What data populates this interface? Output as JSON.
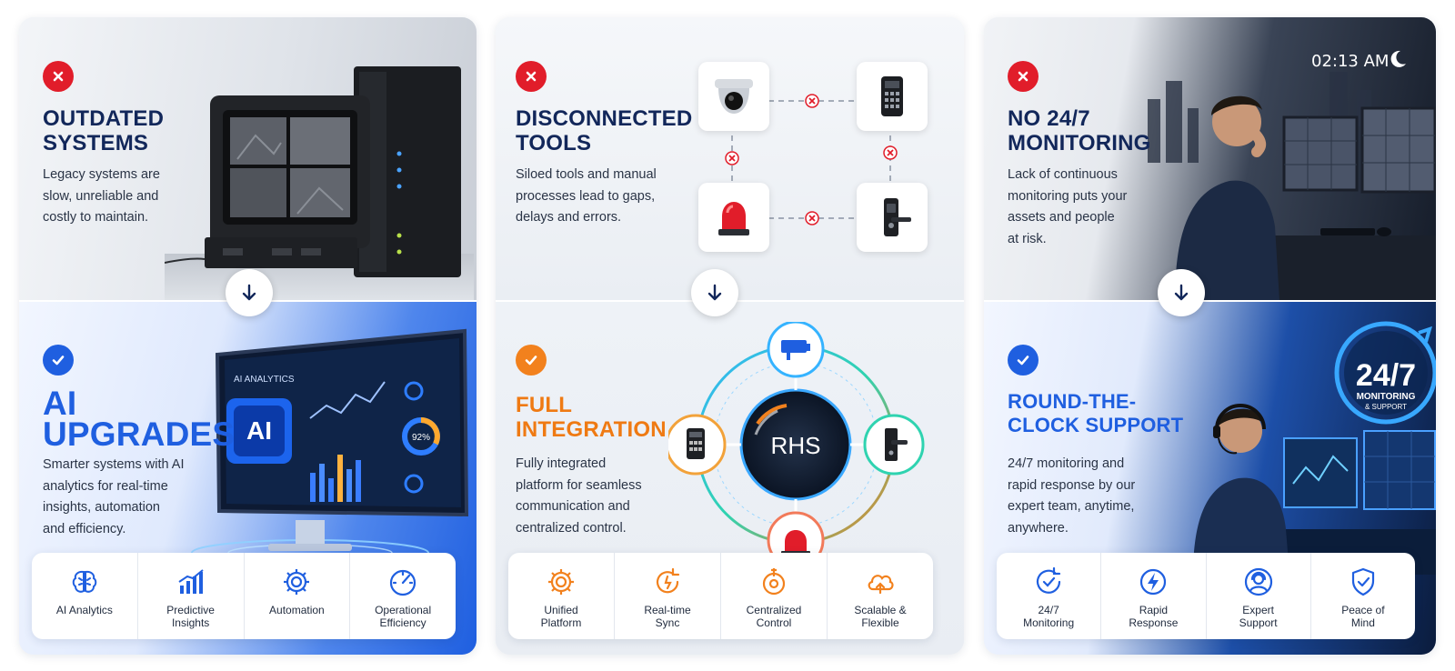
{
  "columns": [
    {
      "problem": {
        "title": "OUTDATED\nSYSTEMS",
        "description": "Legacy systems are\nslow, unreliable and\ncostly to maintain."
      },
      "solution": {
        "title": "AI\nUPGRADES",
        "description": "Smarter systems with AI\nanalytics for real-time\ninsights, automation\nand efficiency."
      },
      "features": [
        {
          "label": "AI Analytics",
          "icon": "brain-icon"
        },
        {
          "label": "Predictive\nInsights",
          "icon": "bar-chart-icon"
        },
        {
          "label": "Automation",
          "icon": "gear-icon"
        },
        {
          "label": "Operational\nEfficiency",
          "icon": "gauge-icon"
        }
      ],
      "illustrations": {
        "monitor_label": "AI ANALYTICS",
        "chip_label": "AI",
        "donut_value": "92%"
      }
    },
    {
      "problem": {
        "title": "DISCONNECTED\nTOOLS",
        "description": "Siloed tools and manual\nprocesses lead to gaps,\ndelays and errors."
      },
      "solution": {
        "title": "FULL\nINTEGRATION",
        "description": "Fully integrated\nplatform for seamless\ncommunication and\ncentralized control."
      },
      "features": [
        {
          "label": "Unified\nPlatform",
          "icon": "gear-icon"
        },
        {
          "label": "Real-time\nSync",
          "icon": "sync-icon"
        },
        {
          "label": "Centralized\nControl",
          "icon": "target-icon"
        },
        {
          "label": "Scalable &\nFlexible",
          "icon": "cloud-icon"
        }
      ],
      "illustrations": {
        "hub_label": "RHS"
      }
    },
    {
      "problem": {
        "title": "NO 24/7\nMONITORING",
        "description": "Lack of continuous\nmonitoring puts your\nassets and people\nat risk."
      },
      "solution": {
        "title": "ROUND-THE-\nCLOCK SUPPORT",
        "description": "24/7 monitoring and\nrapid response by our\nexpert team, anytime,\nanywhere."
      },
      "features": [
        {
          "label": "24/7\nMonitoring",
          "icon": "clock-check-icon"
        },
        {
          "label": "Rapid\nResponse",
          "icon": "lightning-icon"
        },
        {
          "label": "Expert\nSupport",
          "icon": "headset-person-icon"
        },
        {
          "label": "Peace of\nMind",
          "icon": "shield-check-icon"
        }
      ],
      "illustrations": {
        "clock_time": "02:13 AM",
        "badge_big": "24/7",
        "badge_line1": "MONITORING",
        "badge_line2": "& SUPPORT"
      }
    }
  ],
  "colors": {
    "red": "#e11d2a",
    "blue": "#1f5fe0",
    "orange": "#f2811d",
    "navy": "#12275a"
  }
}
